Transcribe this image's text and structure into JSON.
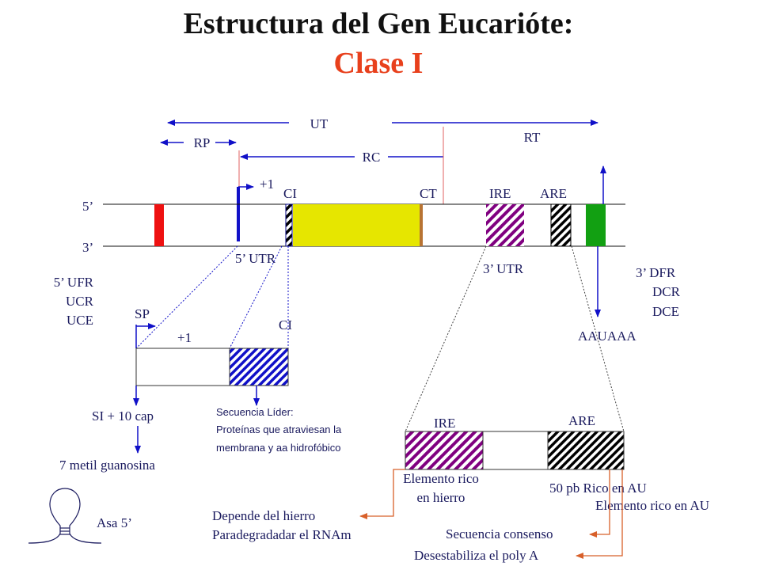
{
  "title": "Estructura del Gen Eucarióte:",
  "subtitle": "Clase I",
  "colors": {
    "title": "#111111",
    "subtitle": "#e8401c",
    "arrow_blue": "#1010c8",
    "red_block": "#ee1111",
    "yellow_block": "#e6e600",
    "green_block": "#12a012",
    "purple_hatch": "#800080",
    "blue_hatch": "#1010c8",
    "orange_line": "#d8602a"
  },
  "labels": {
    "ut": "UT",
    "rp": "RP",
    "rc": "RC",
    "rt": "RT",
    "plus1_top": "+1",
    "ci_top": "CI",
    "ct": "CT",
    "ire_top": "IRE",
    "are_top": "ARE",
    "five_prime": "5’",
    "three_prime": "3’",
    "utr5": "5’ UTR",
    "utr3": "3’ UTR",
    "ufr": "5’ UFR",
    "ucr": "UCR",
    "uce": "UCE",
    "dfr": "3’ DFR",
    "dcr": "DCR",
    "dce": "DCE",
    "sp": "SP",
    "plus1_bottom": "+1",
    "ci_bottom": "CI",
    "aauaaa": "AAUAAA",
    "si_cap": "SI + 10 cap",
    "metil": "7 metil guanosina",
    "leader_1": "Secuencia Líder:",
    "leader_2": "Proteínas que atraviesan la",
    "leader_3": "membrana y aa hidrofóbico",
    "ire_bottom": "IRE",
    "are_bottom": "ARE",
    "iron_rich_1": "Elemento rico",
    "iron_rich_2": "en hierro",
    "au_rich_1": "50 pb Rico en AU",
    "au_rich_2": "Elemento rico en AU",
    "iron_dep_1": "Depende del hierro",
    "iron_dep_2": "Paradegradadar el RNAm",
    "consensus": "Secuencia consenso",
    "destab": "Desestabiliza  el poly A",
    "asa": "Asa 5’"
  }
}
